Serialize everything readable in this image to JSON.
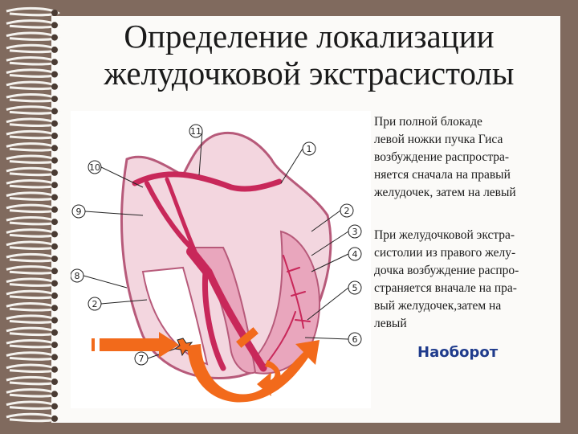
{
  "title": {
    "line1": "Определение локализации",
    "line2": "желудочковой экстрасистолы"
  },
  "diagram": {
    "labels": [
      "1",
      "2",
      "3",
      "4",
      "5",
      "6",
      "7",
      "8",
      "9",
      "10",
      "11",
      "2"
    ]
  },
  "paragraph1": {
    "lines": [
      "При полной блокаде",
      "левой ножки пучка Гиса",
      "возбуждение распростра-",
      "няется сначала на правый",
      "желудочек,  затем на левый"
    ]
  },
  "paragraph2": {
    "lines": [
      "При желудочковой экстра-",
      "систолии из правого желу-",
      "дочка возбуждение распро-",
      "страняется вначале на пра-",
      "вый желудочек,затем на",
      "левый"
    ]
  },
  "emphasis": "Наоборот",
  "colors": {
    "background": "#806a5e",
    "heart_conduction": "#c8285a",
    "heart_tissue": "#e6b8c8",
    "arrow": "#f26a1b",
    "emphasis_text": "#1f3b8c"
  }
}
